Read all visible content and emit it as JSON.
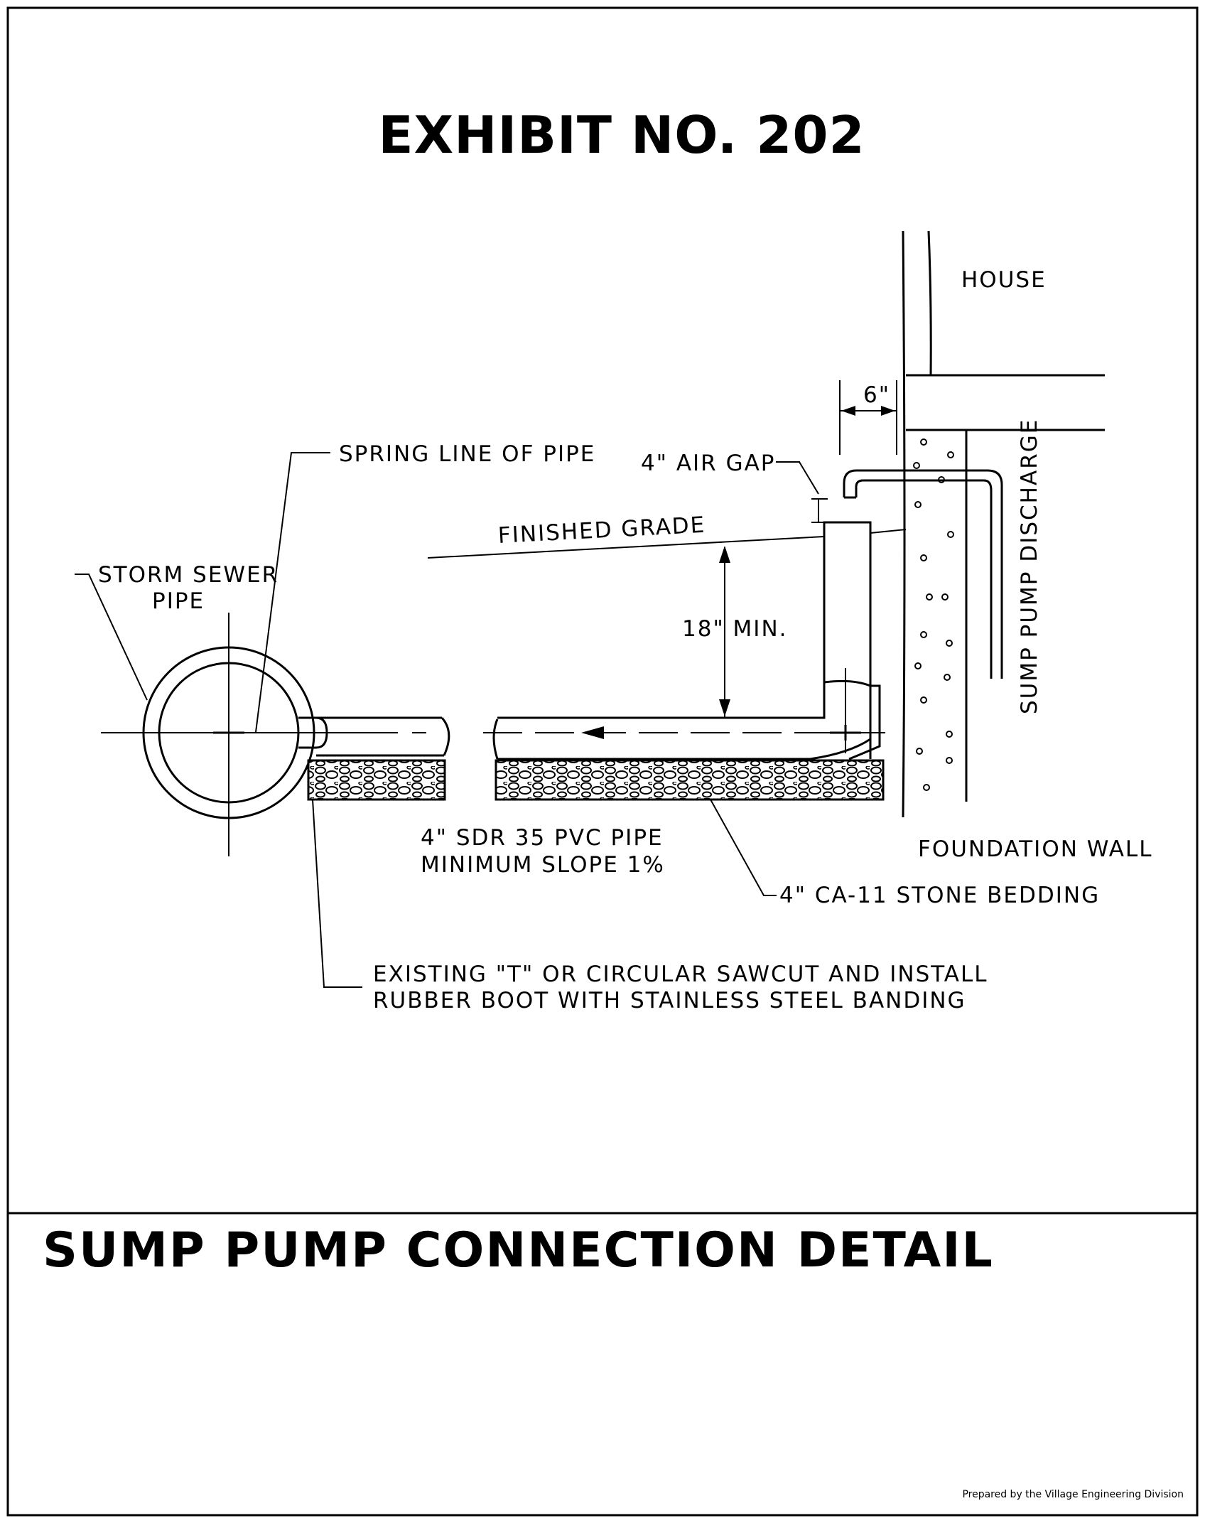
{
  "exhibit_title": "EXHIBIT NO. 202",
  "sheet_title": "SUMP PUMP CONNECTION DETAIL",
  "credit": "Prepared by the Village Engineering Division",
  "labels": {
    "house": "HOUSE",
    "six_inch": "6\"",
    "spring_line": "SPRING LINE OF PIPE",
    "air_gap": "4\" AIR GAP",
    "finished_grade": "FINISHED GRADE",
    "storm_sewer_1": "STORM SEWER",
    "storm_sewer_2": "PIPE",
    "min_depth": "18\" MIN.",
    "sump_discharge": "SUMP PUMP DISCHARGE",
    "pvc_pipe_1": "4\" SDR 35 PVC PIPE",
    "pvc_pipe_2": "MINIMUM SLOPE 1%",
    "foundation_wall": "FOUNDATION WALL",
    "stone_bedding": "4\" CA-11 STONE BEDDING",
    "existing_t_1": "EXISTING \"T\" OR CIRCULAR SAWCUT AND INSTALL",
    "existing_t_2": "RUBBER BOOT WITH STAINLESS STEEL BANDING"
  },
  "colors": {
    "ink": "#000000",
    "paper": "#ffffff"
  }
}
